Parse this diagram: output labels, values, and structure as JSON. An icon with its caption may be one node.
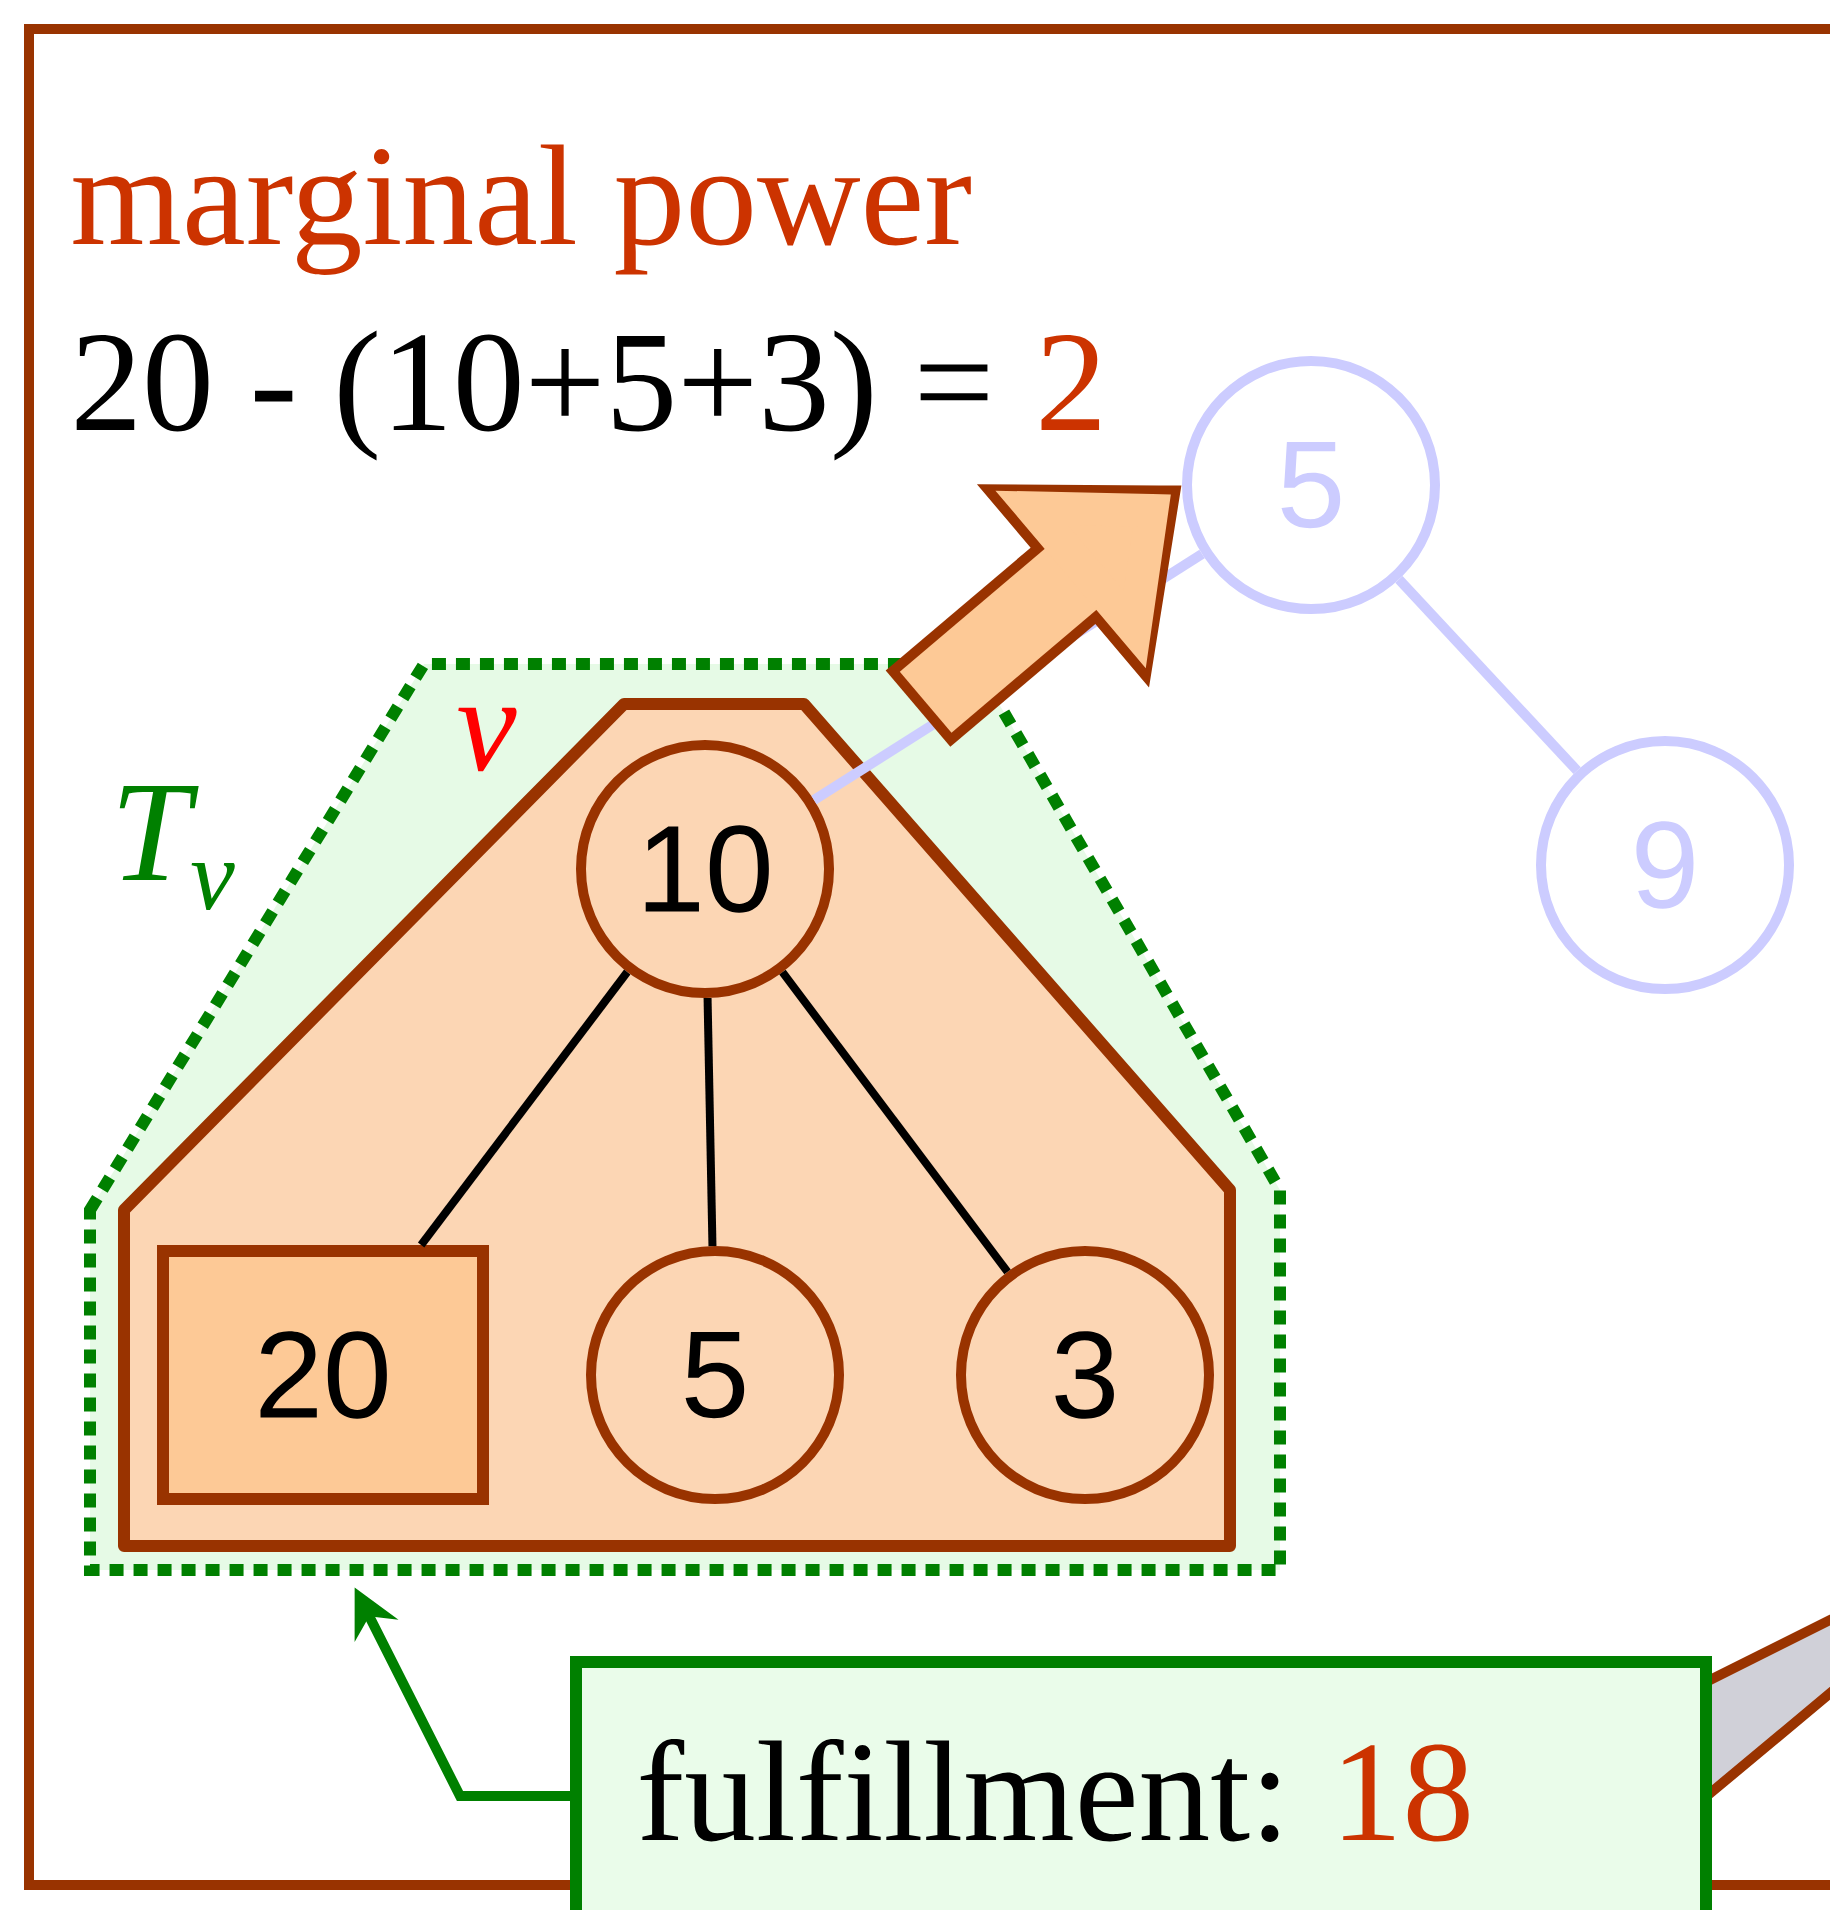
{
  "diagram": {
    "nodes": [
      {
        "text": [
          "marginal power",
          "20 - (10+5+3) =",
          "2"
        ]
      },
      {
        "text": [
          "T$_{v}$"
        ],
        "in": 0
      },
      {
        "text": [
          "v"
        ],
        "in": 1
      },
      {
        "text": [
          "10"
        ],
        "in": 2
      },
      {
        "text": [
          "20"
        ],
        "in": 2
      },
      {
        "text": [
          "5"
        ],
        "in": 2
      },
      {
        "text": [
          "3"
        ],
        "in": 2
      },
      {
        "text": [
          "5"
        ],
        "in": 0
      },
      {
        "text": [
          "9"
        ],
        "in": 0
      },
      {
        "text": [
          "fulfillment:",
          "18"
        ]
      }
    ],
    "edges": [
      {
        "from": 3,
        "to": 4,
        "arrow": "none"
      },
      {
        "from": 3,
        "to": 5,
        "arrow": "none"
      },
      {
        "from": 3,
        "to": 6,
        "arrow": "none"
      },
      {
        "from": 3,
        "to": 7,
        "arrow": "none",
        "color": "#ccccff"
      },
      {
        "from": 7,
        "to": 8,
        "arrow": "none",
        "color": "#ccccff"
      },
      {
        "from": 2,
        "to": 7,
        "arrow": "to",
        "style": "thick",
        "color": "#993300"
      },
      {
        "from": 9,
        "to": 1,
        "arrow": "to",
        "color": "#008000"
      }
    ]
  }
}
